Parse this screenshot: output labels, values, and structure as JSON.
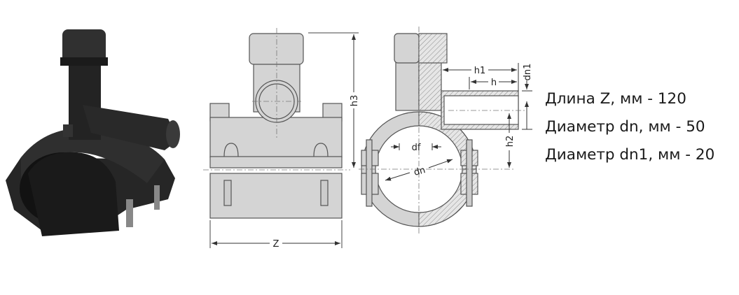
{
  "drawing": {
    "labels": {
      "z": "Z",
      "h3": "h3",
      "h1": "h1",
      "h": "h",
      "dn1": "dn1",
      "h2": "h2",
      "df": "df",
      "dn": "dn"
    }
  },
  "specs": [
    "Длина Z, мм - 120",
    "Диаметр dn, мм - 50",
    "Диаметр dn1, мм - 20"
  ],
  "colors": {
    "part_fill": "#d4d4d4",
    "line": "#555555",
    "fitting_black": "#1e1e1e"
  }
}
